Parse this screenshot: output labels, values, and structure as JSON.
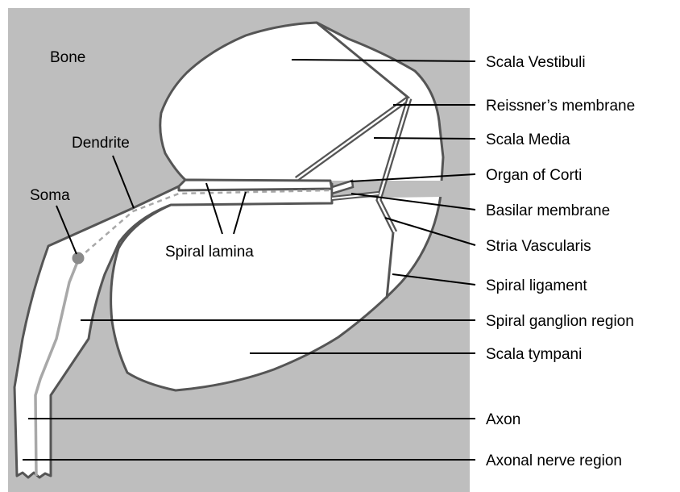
{
  "colors": {
    "bone": "#bebebe",
    "cavity": "#ffffff",
    "outline": "#555555",
    "neuron": "#a8a8a8",
    "soma": "#8a8a8a",
    "leader": "#000000",
    "text": "#000000"
  },
  "labels": {
    "bone": "Bone",
    "dendrite": "Dendrite",
    "soma": "Soma",
    "spiral_lamina": "Spiral lamina",
    "scala_vestibuli": "Scala Vestibuli",
    "reissners_membrane": "Reissner’s membrane",
    "scala_media": "Scala Media",
    "organ_of_corti": "Organ of Corti",
    "basilar_membrane": "Basilar membrane",
    "stria_vascularis": "Stria Vascularis",
    "spiral_ligament": "Spiral ligament",
    "spiral_ganglion_region": "Spiral ganglion region",
    "scala_tympani": "Scala tympani",
    "axon": "Axon",
    "axonal_nerve_region": "Axonal nerve region"
  }
}
